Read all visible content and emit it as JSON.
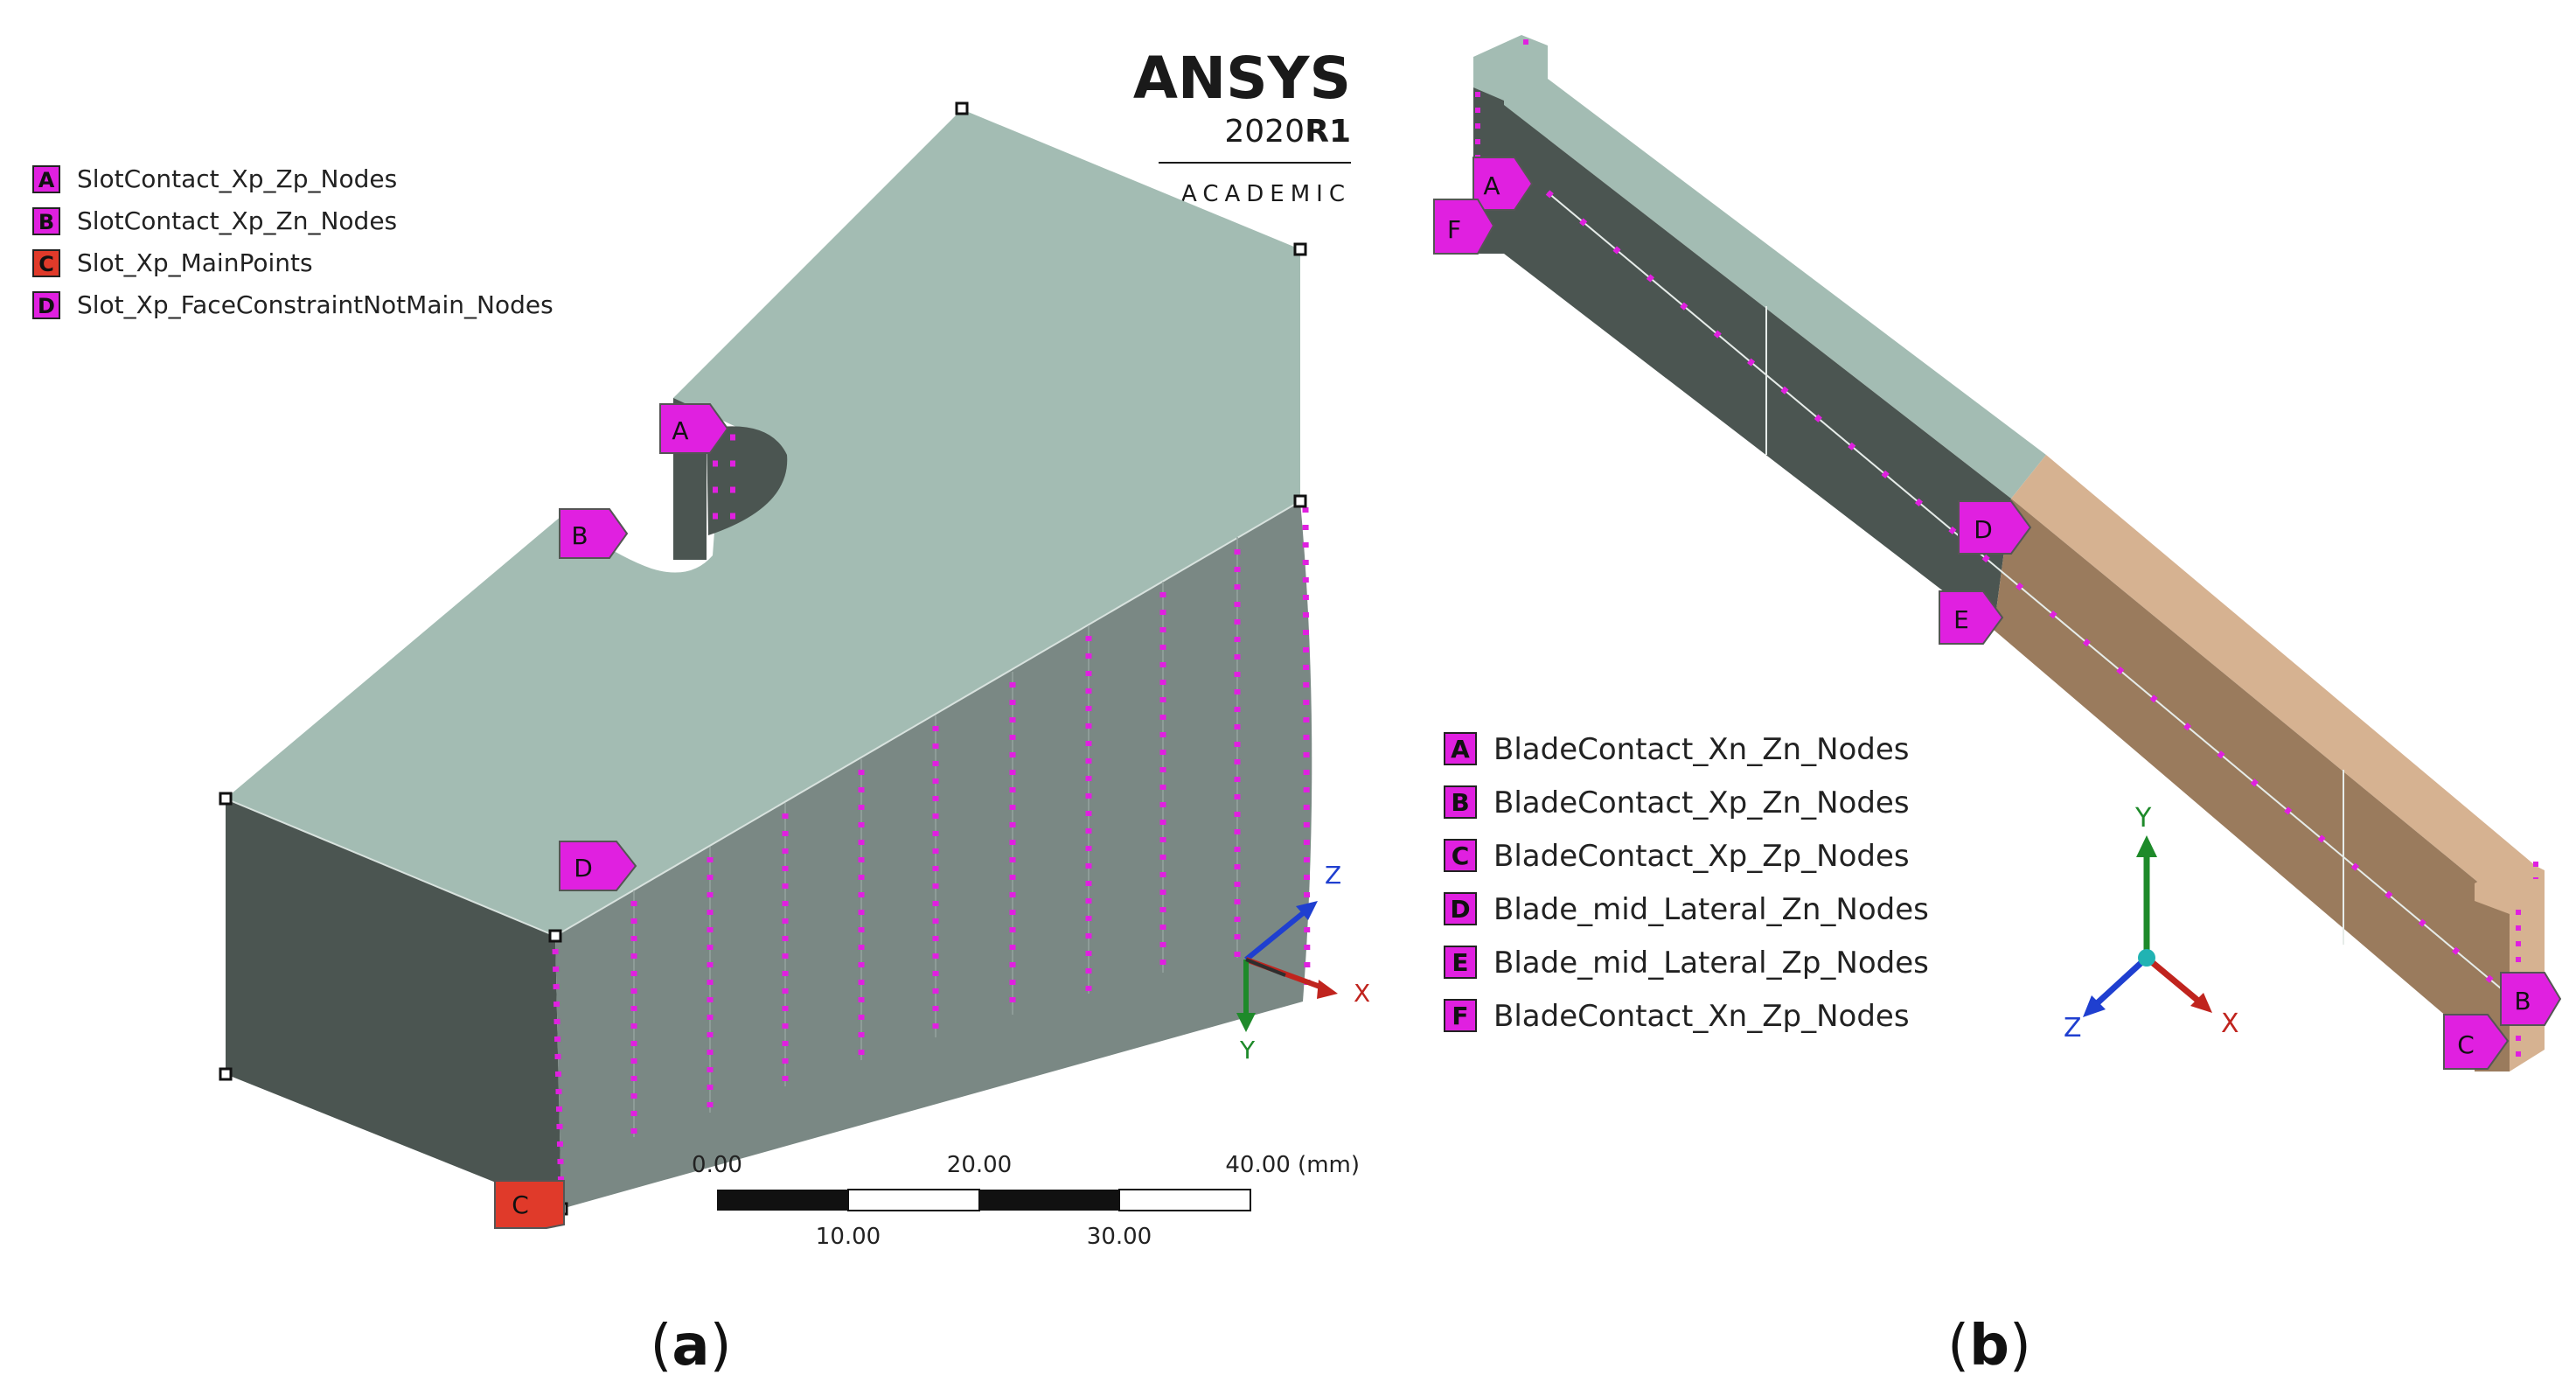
{
  "panel_a": {
    "legend": [
      {
        "key": "A",
        "label": "SlotContact_Xp_Zp_Nodes",
        "color": "#e020e0"
      },
      {
        "key": "B",
        "label": "SlotContact_Xp_Zn_Nodes",
        "color": "#e020e0"
      },
      {
        "key": "C",
        "label": "Slot_Xp_MainPoints",
        "color": "#e03a2a"
      },
      {
        "key": "D",
        "label": "Slot_Xp_FaceConstraintNotMain_Nodes",
        "color": "#e020e0"
      }
    ],
    "logo": {
      "brand": "ANSYS",
      "version": "2020",
      "release": "R1",
      "edition": "ACADEMIC"
    },
    "scale": {
      "top_labels": [
        "0.00",
        "20.00",
        "40.00 (mm)"
      ],
      "bottom_labels": [
        "10.00",
        "30.00"
      ]
    },
    "axes": {
      "z": "Z",
      "x": "X",
      "y": "Y"
    },
    "callouts": {
      "a": "A",
      "b": "B",
      "c": "C",
      "d": "D"
    },
    "caption": {
      "letter": "a"
    }
  },
  "panel_b": {
    "legend": [
      {
        "key": "A",
        "label": "BladeContact_Xn_Zn_Nodes",
        "color": "#e020e0"
      },
      {
        "key": "B",
        "label": "BladeContact_Xp_Zn_Nodes",
        "color": "#e020e0"
      },
      {
        "key": "C",
        "label": "BladeContact_Xp_Zp_Nodes",
        "color": "#e020e0"
      },
      {
        "key": "D",
        "label": "Blade_mid_Lateral_Zn_Nodes",
        "color": "#e020e0"
      },
      {
        "key": "E",
        "label": "Blade_mid_Lateral_Zp_Nodes",
        "color": "#e020e0"
      },
      {
        "key": "F",
        "label": "BladeContact_Xn_Zp_Nodes",
        "color": "#e020e0"
      }
    ],
    "axes": {
      "y": "Y",
      "z": "Z",
      "x": "X"
    },
    "callouts": {
      "a": "A",
      "b": "B",
      "c": "C",
      "d": "D",
      "e": "E",
      "f": "F"
    },
    "caption": {
      "letter": "b"
    }
  },
  "colors": {
    "top_face": "#a3bcb3",
    "dark_face": "#4b5551",
    "side_face": "#7a8884",
    "tan_top": "#d6b291",
    "tan_side": "#9a7b5d",
    "node_magenta": "#e020e0",
    "main_red": "#e03a2a"
  }
}
